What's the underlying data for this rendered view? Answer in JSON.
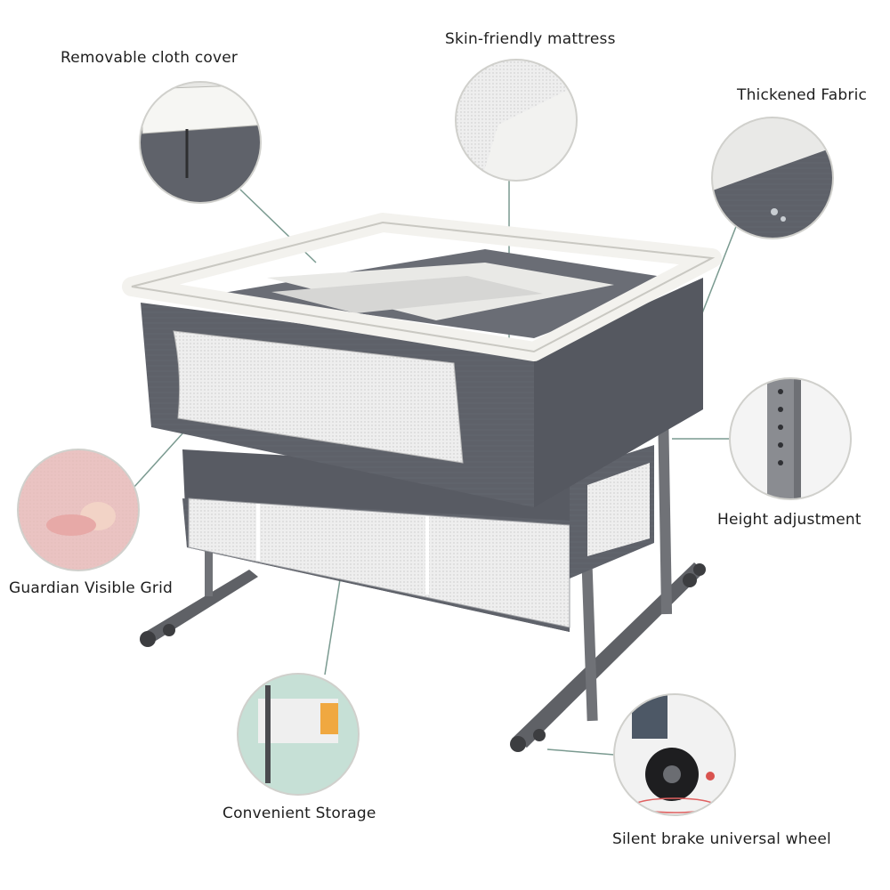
{
  "features": {
    "cloth_cover": "Removable cloth cover",
    "mattress": "Skin-friendly mattress",
    "fabric": "Thickened Fabric",
    "height": "Height adjustment",
    "grid": "Guardian Visible Grid",
    "storage": "Convenient Storage",
    "wheel": "Silent brake universal wheel"
  },
  "colors": {
    "callout_line": "#7a9a90",
    "fabric_gray": "#5d6069",
    "frame_gray": "#6b6d72",
    "rim_white": "#f3f2ee",
    "mesh_light": "#ececec"
  }
}
